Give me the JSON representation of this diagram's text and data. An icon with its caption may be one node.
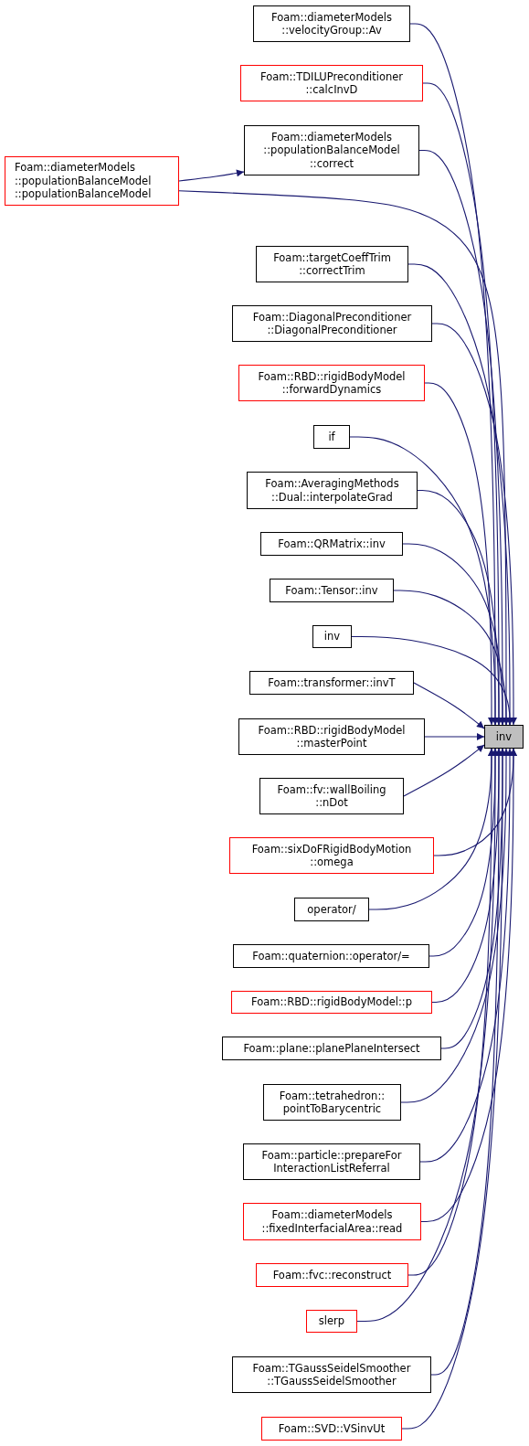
{
  "diagram": {
    "nodes": [
      {
        "text": [
          "Foam::diameterModels ::velocityGroup::Av"
        ]
      },
      {
        "text": [
          "Foam::TDILUPreconditioner ::calcInvD"
        ]
      },
      {
        "text": [
          "Foam::diameterModels ::populationBalanceModel ::correct"
        ]
      },
      {
        "text": [
          "Foam::diameterModels ::populationBalanceModel ::populationBalanceModel"
        ]
      },
      {
        "text": [
          "Foam::targetCoeffTrim ::correctTrim"
        ]
      },
      {
        "text": [
          "Foam::DiagonalPreconditioner ::DiagonalPreconditioner"
        ]
      },
      {
        "text": [
          "Foam::RBD::rigidBodyModel ::forwardDynamics"
        ]
      },
      {
        "text": [
          "if"
        ]
      },
      {
        "text": [
          "Foam::AveragingMethods ::Dual::interpolateGrad"
        ]
      },
      {
        "text": [
          "Foam::QRMatrix::inv"
        ]
      },
      {
        "text": [
          "Foam::Tensor::inv"
        ]
      },
      {
        "text": [
          "inv"
        ]
      },
      {
        "text": [
          "Foam::transformer::invT"
        ]
      },
      {
        "text": [
          "Foam::RBD::rigidBodyModel ::masterPoint"
        ]
      },
      {
        "text": [
          "inv"
        ]
      },
      {
        "text": [
          "Foam::fv::wallBoiling ::nDot"
        ]
      },
      {
        "text": [
          "Foam::sixDoFRigidBodyMotion ::omega"
        ]
      },
      {
        "text": [
          "operator/"
        ]
      },
      {
        "text": [
          "Foam::quaternion::operator/="
        ]
      },
      {
        "text": [
          "Foam::RBD::rigidBodyModel::p"
        ]
      },
      {
        "text": [
          "Foam::plane::planePlaneIntersect"
        ]
      },
      {
        "text": [
          "Foam::tetrahedron:: pointToBarycentric"
        ]
      },
      {
        "text": [
          "Foam::particle::prepareFor InteractionListReferral"
        ]
      },
      {
        "text": [
          "Foam::diameterModels ::fixedInterfacialArea::read"
        ]
      },
      {
        "text": [
          "Foam::fvc::reconstruct"
        ]
      },
      {
        "text": [
          "slerp"
        ]
      },
      {
        "text": [
          "Foam::TGaussSeidelSmoother ::TGaussSeidelSmoother"
        ]
      },
      {
        "text": [
          "Foam::SVD::VSinvUt"
        ]
      }
    ],
    "edges": [
      {
        "from": 0,
        "to": 14,
        "arrow": "to"
      },
      {
        "from": 1,
        "to": 14,
        "arrow": "to"
      },
      {
        "from": 2,
        "to": 14,
        "arrow": "to"
      },
      {
        "from": 3,
        "to": 2,
        "arrow": "to"
      },
      {
        "from": 3,
        "to": 14,
        "arrow": "to"
      },
      {
        "from": 4,
        "to": 14,
        "arrow": "to"
      },
      {
        "from": 5,
        "to": 14,
        "arrow": "to"
      },
      {
        "from": 6,
        "to": 14,
        "arrow": "to"
      },
      {
        "from": 7,
        "to": 14,
        "arrow": "to"
      },
      {
        "from": 8,
        "to": 14,
        "arrow": "to"
      },
      {
        "from": 9,
        "to": 14,
        "arrow": "to"
      },
      {
        "from": 10,
        "to": 14,
        "arrow": "to"
      },
      {
        "from": 11,
        "to": 14,
        "arrow": "to"
      },
      {
        "from": 12,
        "to": 14,
        "arrow": "to"
      },
      {
        "from": 13,
        "to": 14,
        "arrow": "to"
      },
      {
        "from": 15,
        "to": 14,
        "arrow": "to"
      },
      {
        "from": 16,
        "to": 14,
        "arrow": "to"
      },
      {
        "from": 17,
        "to": 14,
        "arrow": "to"
      },
      {
        "from": 18,
        "to": 14,
        "arrow": "to"
      },
      {
        "from": 19,
        "to": 14,
        "arrow": "to"
      },
      {
        "from": 20,
        "to": 14,
        "arrow": "to"
      },
      {
        "from": 21,
        "to": 14,
        "arrow": "to"
      },
      {
        "from": 22,
        "to": 14,
        "arrow": "to"
      },
      {
        "from": 23,
        "to": 14,
        "arrow": "to"
      },
      {
        "from": 24,
        "to": 14,
        "arrow": "to"
      },
      {
        "from": 25,
        "to": 14,
        "arrow": "to"
      },
      {
        "from": 26,
        "to": 14,
        "arrow": "to"
      },
      {
        "from": 27,
        "to": 14,
        "arrow": "to"
      }
    ]
  }
}
